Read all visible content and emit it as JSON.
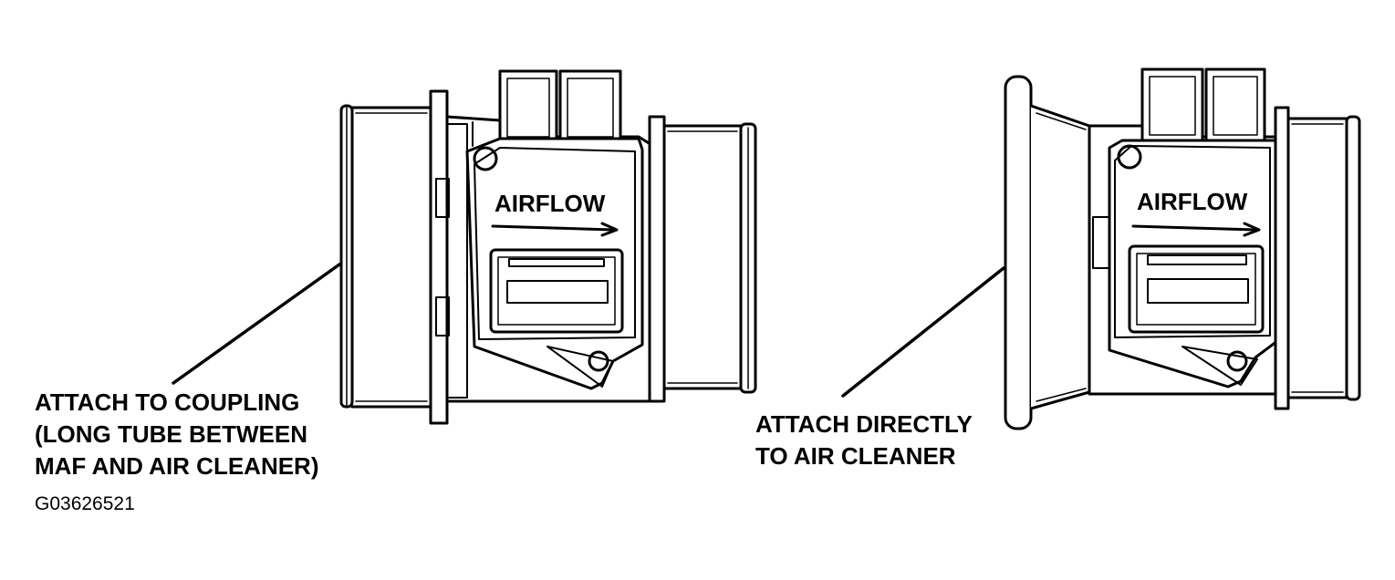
{
  "left_sensor": {
    "arrow_label": "AIRFLOW",
    "callout": [
      "ATTACH TO COUPLING",
      "(LONG TUBE BETWEEN",
      "MAF AND AIR CLEANER)"
    ]
  },
  "right_sensor": {
    "arrow_label": "AIRFLOW",
    "callout": [
      "ATTACH DIRECTLY",
      "TO AIR CLEANER"
    ]
  },
  "figure_code": "G03626521",
  "colors": {
    "ink": "#000000",
    "paper": "#ffffff"
  }
}
